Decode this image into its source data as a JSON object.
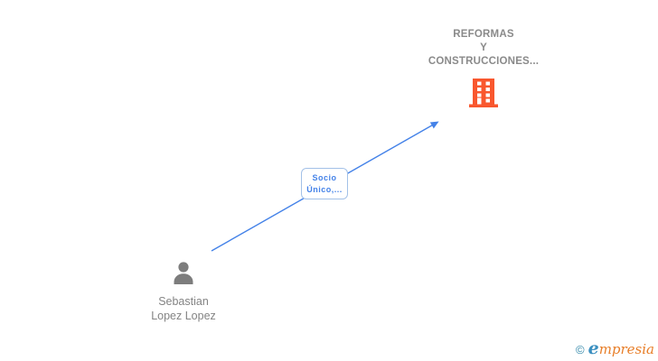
{
  "diagram": {
    "company": {
      "name": "REFORMAS Y CONSTRUCCIONES...",
      "name_lines": [
        "REFORMAS",
        "Y",
        "CONSTRUCCIONES..."
      ],
      "icon": "building-icon",
      "icon_color": "#f9572e",
      "text_color": "#8a8a8a"
    },
    "person": {
      "name": "Sebastian Lopez Lopez",
      "name_lines": [
        "Sebastian",
        "Lopez Lopez"
      ],
      "icon": "person-icon",
      "icon_color": "#7d7d7d",
      "text_color": "#848484"
    },
    "edge": {
      "label": "Socio Único,...",
      "label_lines": [
        "Socio",
        "Único,..."
      ],
      "arrow_color": "#4482e8",
      "label_border_color": "#a3c1e8",
      "label_text_color": "#4482e8",
      "from": "person",
      "to": "company"
    }
  },
  "watermark": {
    "copyright": "©",
    "brand_first_letter": "e",
    "brand_rest": "mpresia",
    "copyright_color": "#2e86a8",
    "brand_first_color": "#3a8fc0",
    "brand_rest_color": "#e87e28"
  }
}
